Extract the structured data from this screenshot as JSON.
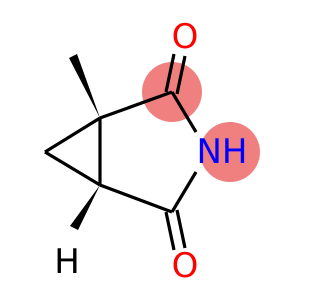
{
  "molecule": {
    "atoms": {
      "o1": {
        "symbol": "O"
      },
      "nh": {
        "symbol": "NH"
      },
      "o2": {
        "symbol": "O"
      },
      "h": {
        "symbol": "H"
      }
    },
    "colors": {
      "bond": "#000000",
      "oxygen": "#ff0000",
      "nitrogen": "#0000ff",
      "hydrogen": "#000000",
      "highlight": "#f08080"
    }
  }
}
